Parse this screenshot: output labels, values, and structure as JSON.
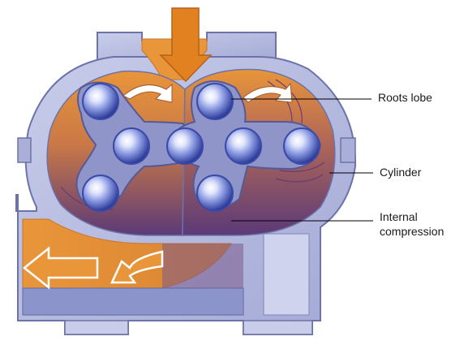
{
  "labels": {
    "roots_lobe": "Roots lobe",
    "cylinder": "Cylinder",
    "internal_compression_line1": "Internal",
    "internal_compression_line2": "compression"
  },
  "colors": {
    "housing_fill": "#b9bfdf",
    "housing_stroke": "#6d73a8",
    "housing_shade": "#8e95c6",
    "gas_orange": "#e9953a",
    "gas_orange_light": "#f3b969",
    "gas_purple": "#7d4f8f",
    "gas_purple_dark": "#5b3a78",
    "rotor_fill": "#8f95c9",
    "rotor_stroke": "#555a97",
    "ball_edge": "#3a4aa8",
    "ball_highlight": "#ffffff",
    "arrow_inlet": "#e2811f",
    "arrow_white": "#ffffff",
    "leader_line": "#000000"
  },
  "icons": {
    "inlet": "arrow-down-icon",
    "rotation_left": "curved-arrow-right-icon",
    "rotation_right": "curved-arrow-right-icon",
    "outlet": "arrow-left-icon"
  }
}
